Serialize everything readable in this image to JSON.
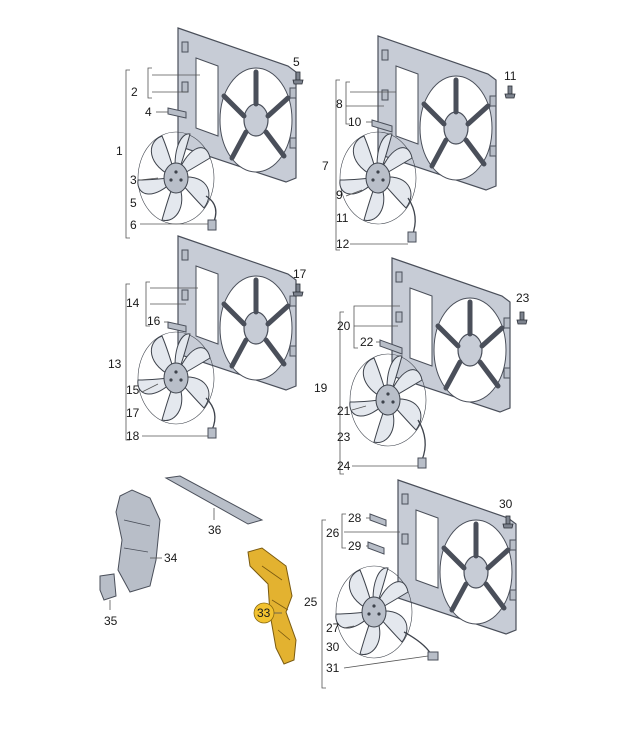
{
  "callouts": {
    "c1": "1",
    "c2": "2",
    "c3": "3",
    "c4": "4",
    "c5": "5",
    "c6": "6",
    "c7": "7",
    "c8": "8",
    "c9": "9",
    "c10": "10",
    "c11": "11",
    "c12": "12",
    "c13": "13",
    "c14": "14",
    "c15": "15",
    "c16": "16",
    "c17": "17",
    "c18": "18",
    "c19": "19",
    "c20": "20",
    "c21": "21",
    "c22": "22",
    "c23": "23",
    "c24": "24",
    "c25": "25",
    "c26": "26",
    "c27": "27",
    "c28": "28",
    "c29": "29",
    "c30": "30",
    "c31": "31",
    "c33": "33",
    "c34": "34",
    "c35": "35",
    "c36": "36"
  },
  "colors": {
    "part_grey": "#c7ccd6",
    "highlight": "#f2c230",
    "bracket_yellow": "#e3b230"
  }
}
